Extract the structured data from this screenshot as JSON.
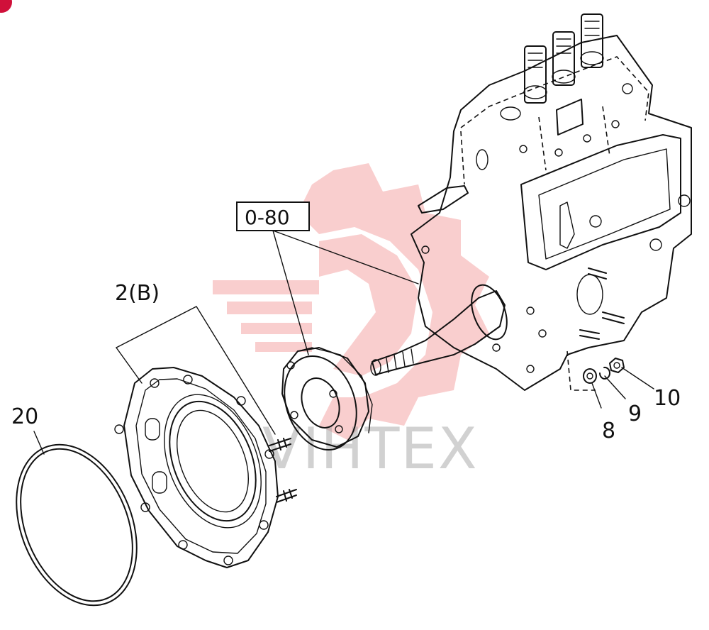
{
  "diagram": {
    "box_label": "0-80",
    "callouts": [
      {
        "id": "housing",
        "text": "2(B)"
      },
      {
        "id": "oring",
        "text": "20"
      },
      {
        "id": "washer",
        "text": "8"
      },
      {
        "id": "lockwasher",
        "text": "9"
      },
      {
        "id": "nut",
        "text": "10"
      }
    ],
    "watermark": "VIHTEX",
    "colors": {
      "line": "#111111",
      "watermark_gear": "#f4a6a6",
      "corner_badge": "#d0103a"
    }
  }
}
